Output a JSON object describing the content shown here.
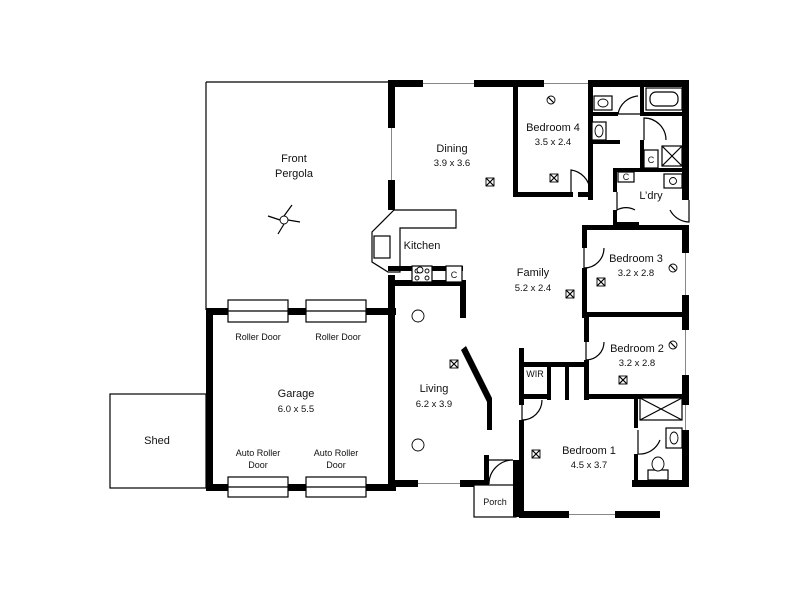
{
  "rooms": {
    "front_pergola": {
      "name_line1": "Front",
      "name_line2": "Pergola"
    },
    "dining": {
      "name": "Dining",
      "size": "3.9 x 3.6"
    },
    "bedroom4": {
      "name": "Bedroom 4",
      "size": "3.5 x 2.4"
    },
    "laundry": {
      "name": "L’dry"
    },
    "kitchen": {
      "name": "Kitchen"
    },
    "family": {
      "name": "Family",
      "size": "5.2 x 2.4"
    },
    "bedroom3": {
      "name": "Bedroom 3",
      "size": "3.2 x 2.8"
    },
    "bedroom2": {
      "name": "Bedroom 2",
      "size": "3.2 x 2.8"
    },
    "wir": {
      "name": "WIR"
    },
    "living": {
      "name": "Living",
      "size": "6.2 x 3.9"
    },
    "garage": {
      "name": "Garage",
      "size": "6.0 x 5.5"
    },
    "shed": {
      "name": "Shed"
    },
    "bedroom1": {
      "name": "Bedroom 1",
      "size": "4.5 x 3.7"
    },
    "porch": {
      "name": "Porch"
    }
  },
  "doors": {
    "roller_door_left": "Roller Door",
    "roller_door_right": "Roller Door",
    "auto_roller_left_line1": "Auto Roller",
    "auto_roller_left_line2": "Door",
    "auto_roller_right_line1": "Auto Roller",
    "auto_roller_right_line2": "Door"
  },
  "cupboard_marks": {
    "kitchen": "C",
    "laundry_left": "C",
    "bathroom": "C"
  },
  "icons": [
    "ceiling-fan-icon",
    "light-fitting-icon",
    "downlight-icon",
    "wall-light-icon",
    "toilet-icon",
    "shower-icon",
    "bath-icon",
    "sink-icon",
    "cooktop-icon"
  ]
}
